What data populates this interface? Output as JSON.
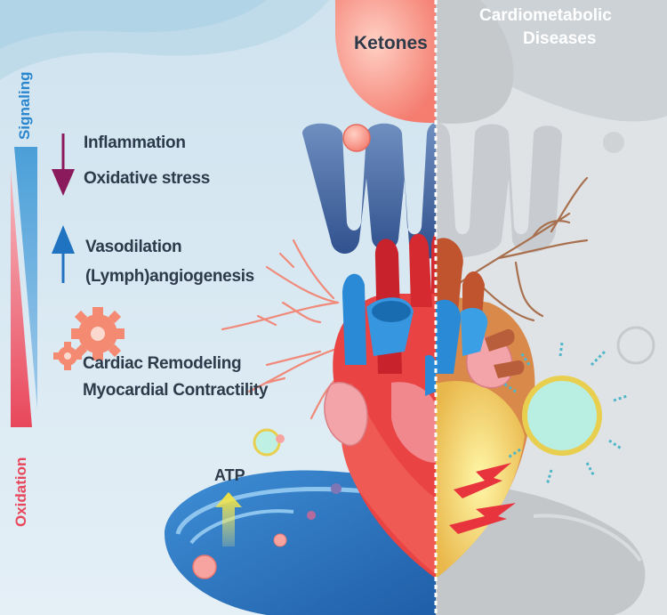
{
  "top_left_label": "Ketones",
  "top_right_label_line1": "Cardiometabolic",
  "top_right_label_line2": "Diseases",
  "axis_top_label": "Signaling",
  "axis_bottom_label": "Oxidation",
  "decreased_item_1": "Inflammation",
  "decreased_item_2": "Oxidative stress",
  "increased_item_1": "Vasodilation",
  "increased_item_2": "(Lymph)angiogenesis",
  "remodeling_item_1": "Cardiac Remodeling",
  "remodeling_item_2": "Myocardial Contractility",
  "atp_label": "ATP",
  "colors": {
    "ketone_salmon": "#f47d70",
    "signaling_blue": "#4a9fd8",
    "oxidation_red": "#e8475b",
    "down_arrow_purple": "#8a1a5b",
    "up_arrow_blue": "#1f73c0",
    "gear_salmon": "#f48a72",
    "disease_grey": "#c9cdd0"
  },
  "icons": [
    "down-arrow-icon",
    "up-arrow-icon",
    "gear-icon",
    "atp-arrow-icon",
    "heart-illustration",
    "mitochondrion-illustration",
    "ketone-sphere"
  ]
}
